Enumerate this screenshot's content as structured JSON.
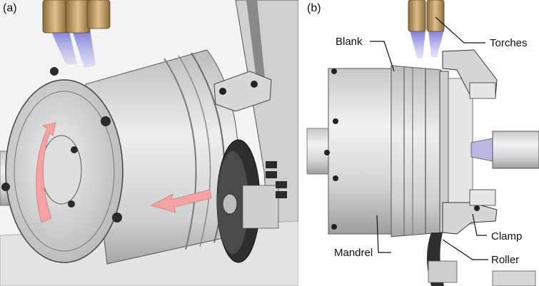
{
  "panels": [
    {
      "label": "(a)"
    },
    {
      "label": "(b)"
    }
  ],
  "callouts": {
    "blank": "Blank",
    "torches": "Torches",
    "mandrel": "Mandrel",
    "roller": "Roller",
    "clamp": "Clamp"
  },
  "colors": {
    "steel": "#d6d6d6",
    "dark_steel": "#3a3a3a",
    "brass": "#b9935a",
    "flame": "#8a8ad8",
    "arrow": "#f4a3a3"
  }
}
